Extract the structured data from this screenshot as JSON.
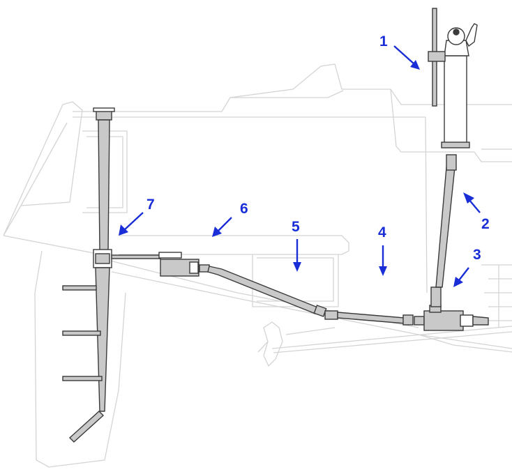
{
  "diagram": {
    "colors": {
      "outline": "#d4d4d4",
      "hull": "#cfcfcf",
      "part_fill": "#c9c9c9",
      "part_stroke": "#3a3a3a",
      "callout": "#1a2ed8"
    },
    "callouts": [
      {
        "id": "1",
        "label": "1",
        "target": "steering-handwheel-pedestal"
      },
      {
        "id": "2",
        "label": "2",
        "target": "upper-drive-shaft"
      },
      {
        "id": "3",
        "label": "3",
        "target": "angle-gearbox"
      },
      {
        "id": "4",
        "label": "4",
        "target": "hull-interior"
      },
      {
        "id": "5",
        "label": "5",
        "target": "lower-drive-shaft"
      },
      {
        "id": "6",
        "label": "6",
        "target": "transom-deck"
      },
      {
        "id": "7",
        "label": "7",
        "target": "rudder-stock"
      }
    ]
  }
}
